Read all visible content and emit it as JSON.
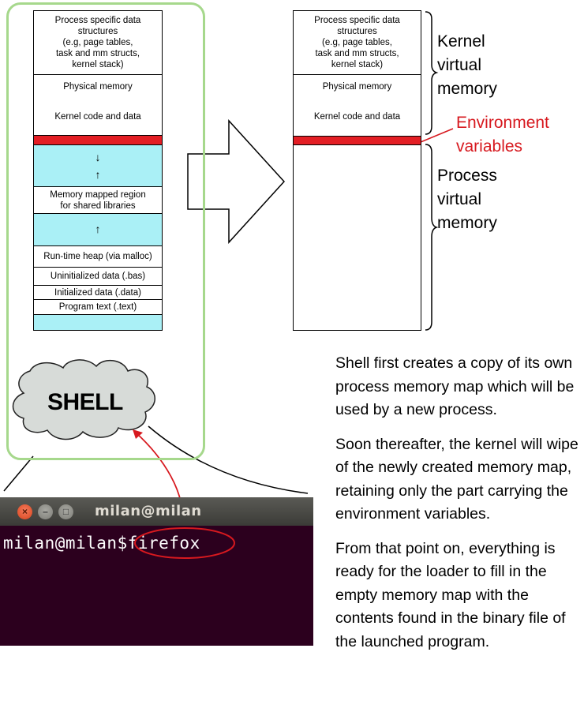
{
  "left_map": {
    "segments": [
      {
        "text": "Process specific data\nstructures\n(e.g, page tables,\ntask and mm structs,\nkernel stack)",
        "fill": "white"
      },
      {
        "text": "Physical memory",
        "fill": "white"
      },
      {
        "text": "Kernel code and data",
        "fill": "white"
      },
      {
        "text": "",
        "fill": "red"
      },
      {
        "text": "",
        "fill": "cyan"
      },
      {
        "text": "Memory mapped region\nfor shared libraries",
        "fill": "white"
      },
      {
        "text": "",
        "fill": "cyan"
      },
      {
        "text": "Run-time heap (via malloc)",
        "fill": "white"
      },
      {
        "text": "Uninitialized data (.bas)",
        "fill": "white"
      },
      {
        "text": "Initialized data (.data)",
        "fill": "white"
      },
      {
        "text": "Program text (.text)",
        "fill": "white"
      },
      {
        "text": "",
        "fill": "cyan"
      }
    ]
  },
  "right_map": {
    "segments": [
      {
        "text": "Process specific data\nstructures\n(e.g, page tables,\ntask and mm structs,\nkernel stack)"
      },
      {
        "text": "Physical memory"
      },
      {
        "text": "Kernel code and data"
      },
      {
        "text": ""
      },
      {
        "text": ""
      }
    ]
  },
  "labels": {
    "kernel_virtual_memory": "Kernel\nvirtual\nmemory",
    "environment_variables": "Environment\nvariables",
    "process_virtual_memory": "Process\nvirtual\nmemory"
  },
  "shell": {
    "label": "SHELL"
  },
  "terminal": {
    "title": "milan@milan",
    "prompt": "milan@milan$",
    "command": "firefox",
    "close_glyph": "×",
    "minimize_glyph": "–",
    "maximize_glyph": "□"
  },
  "paragraphs": [
    "Shell first creates a copy of its own process memory map which will be used by a new process.",
    "Soon thereafter, the kernel will wipe of the newly created memory map, retaining only the part carrying the environment variables.",
    "From that point on, everything is ready for the loader to fill in the empty memory map with the contents found in the binary file of the launched program."
  ],
  "colors": {
    "green_outline": "#a6d88c",
    "cyan_fill": "#aaf0f6",
    "red_fill": "#e31e24",
    "red_text": "#d7191f",
    "terminal_bg": "#2c001e",
    "cloud_fill": "#d7dbd8"
  }
}
